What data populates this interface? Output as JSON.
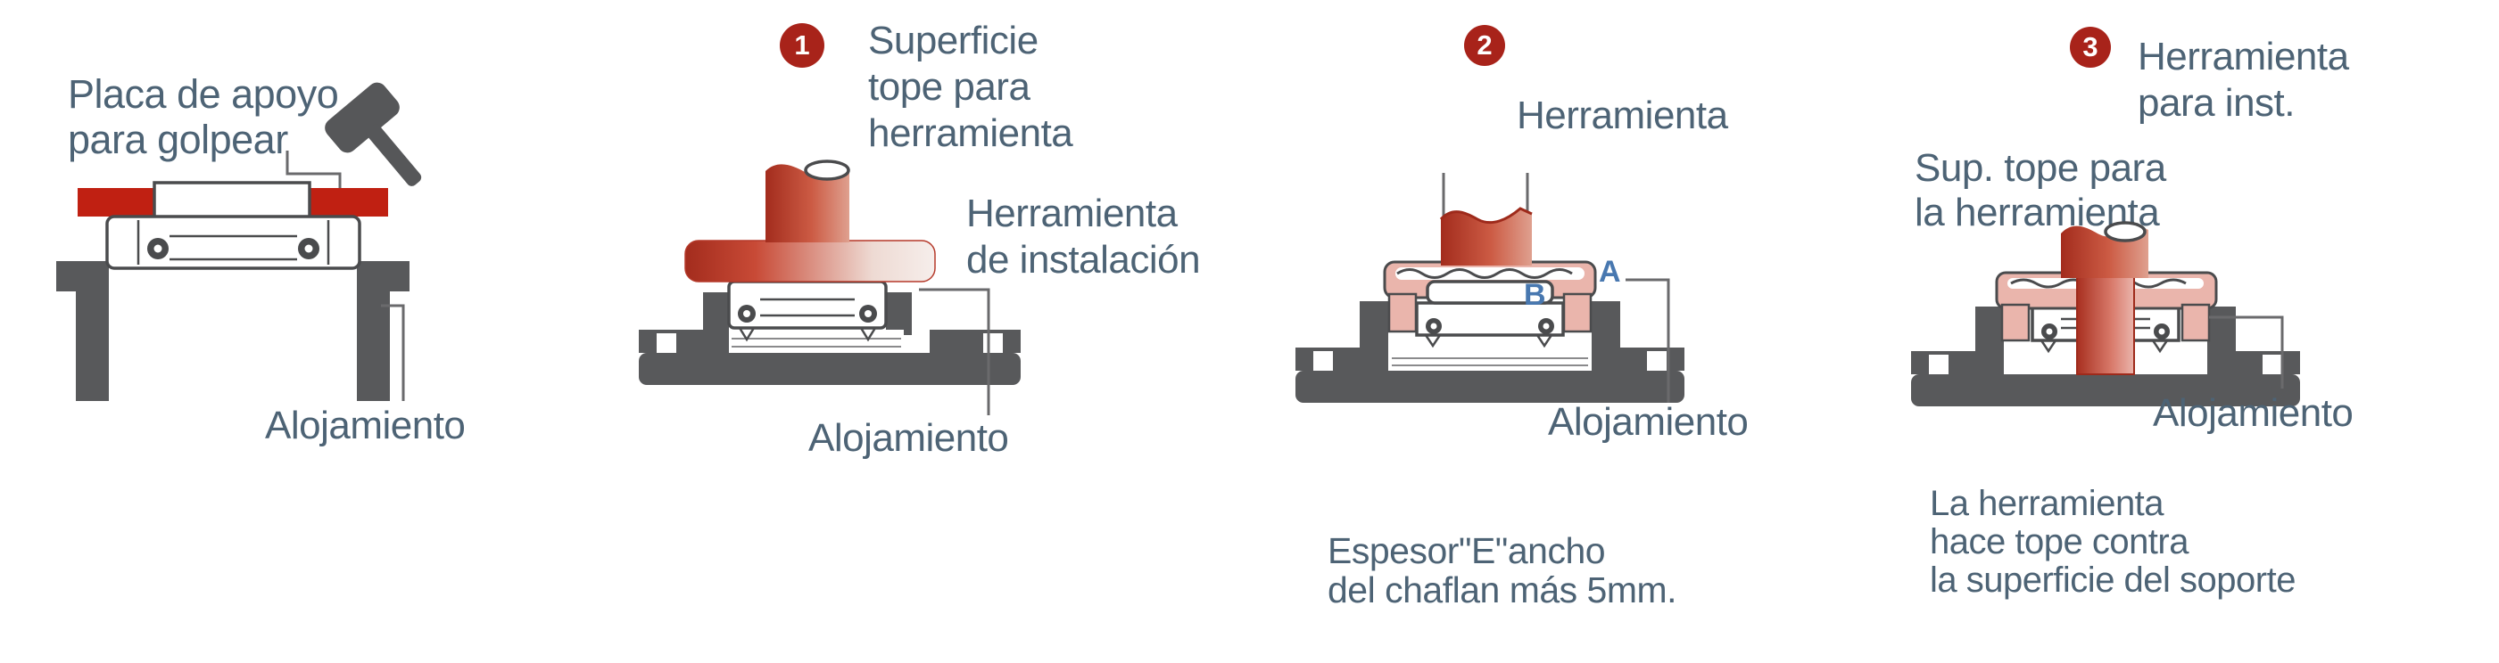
{
  "colors": {
    "accent_red": "#c02012",
    "badge_red": "#a8231a",
    "tool_red_dark": "#a32c1d",
    "tool_red_mid": "#cc5b44",
    "tool_red_light": "#f6eeeb",
    "tool_pink": "#eab5ac",
    "housing_gray": "#58595b",
    "outline_dark": "#4a4b4d",
    "label_blue": "#4d6375",
    "dim_blue": "#4878b0",
    "hammer_gray": "#565759",
    "leader_gray": "#6a6a6c"
  },
  "panels": {
    "p0": {
      "plate_label": "Placa de apoyo\npara golpear",
      "housing_label": "Alojamiento"
    },
    "p1": {
      "step": "1",
      "title": "Superficie\ntope para\nherramienta",
      "tool_label": "Herramienta\nde instalación",
      "housing_label": "Alojamiento"
    },
    "p2": {
      "step": "2",
      "title": "Herramienta",
      "dim_a": "A",
      "dim_b": "B",
      "housing_label": "Alojamiento",
      "caption": "Espesor\"E\"ancho\ndel chaflan más 5mm."
    },
    "p3": {
      "step": "3",
      "title": "Herramienta\npara inst.",
      "stop_label": "Sup. tope para\nla herramienta",
      "housing_label": "Alojamiento",
      "caption": "La herramienta\nhace tope contra\nla superficie del soporte"
    }
  }
}
